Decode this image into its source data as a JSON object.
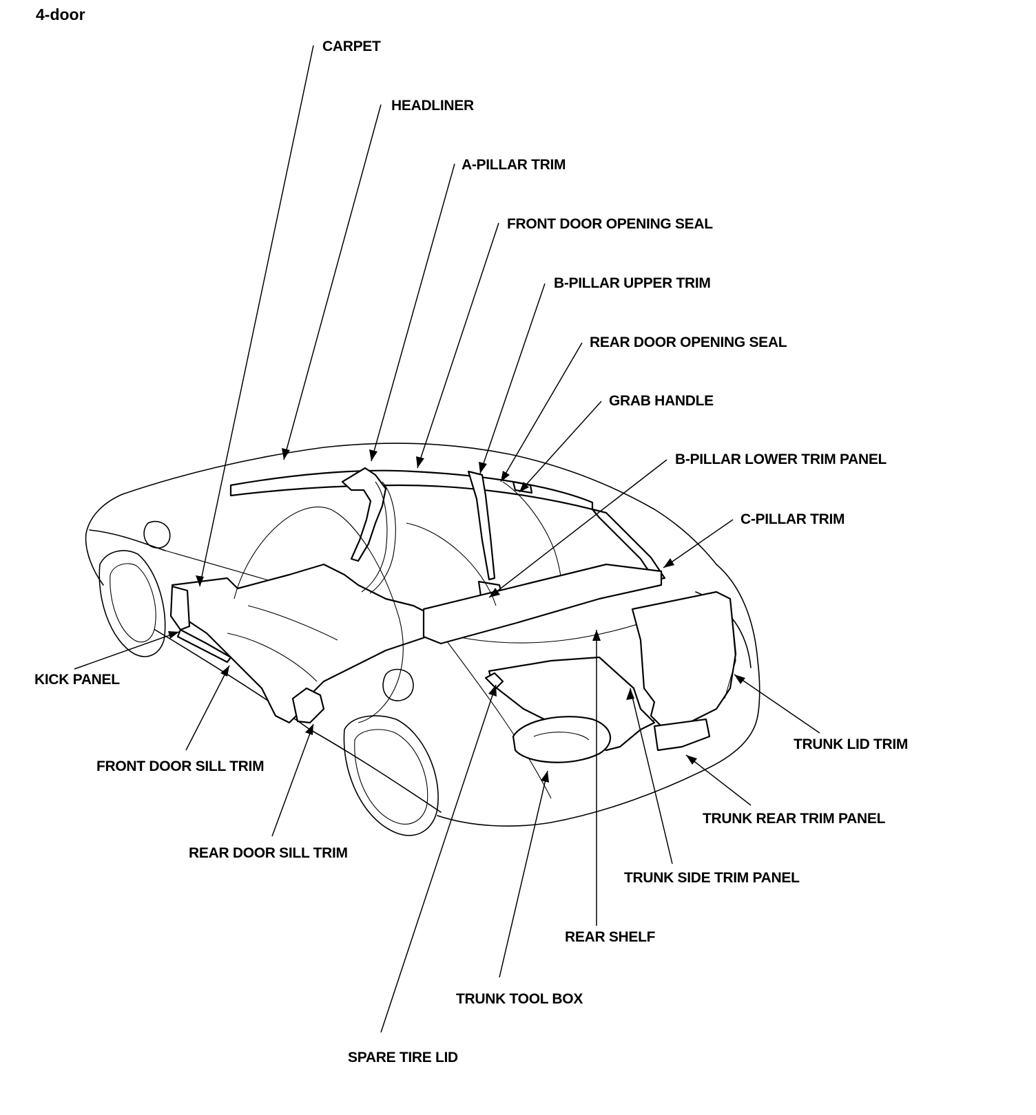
{
  "heading": "4-door",
  "labels": {
    "carpet": "CARPET",
    "headliner": "HEADLINER",
    "a_pillar_trim": "A-PILLAR TRIM",
    "front_door_opening_seal": "FRONT DOOR OPENING SEAL",
    "b_pillar_upper_trim": "B-PILLAR UPPER TRIM",
    "rear_door_opening_seal": "REAR DOOR OPENING SEAL",
    "grab_handle": "GRAB HANDLE",
    "b_pillar_lower_trim_panel": "B-PILLAR LOWER TRIM PANEL",
    "c_pillar_trim": "C-PILLAR TRIM",
    "kick_panel": "KICK PANEL",
    "front_door_sill_trim": "FRONT DOOR SILL TRIM",
    "rear_door_sill_trim": "REAR DOOR SILL TRIM",
    "trunk_lid_trim": "TRUNK LID TRIM",
    "trunk_rear_trim_panel": "TRUNK REAR TRIM PANEL",
    "trunk_side_trim_panel": "TRUNK SIDE TRIM PANEL",
    "rear_shelf": "REAR SHELF",
    "trunk_tool_box": "TRUNK TOOL BOX",
    "spare_tire_lid": "SPARE TIRE LID"
  }
}
